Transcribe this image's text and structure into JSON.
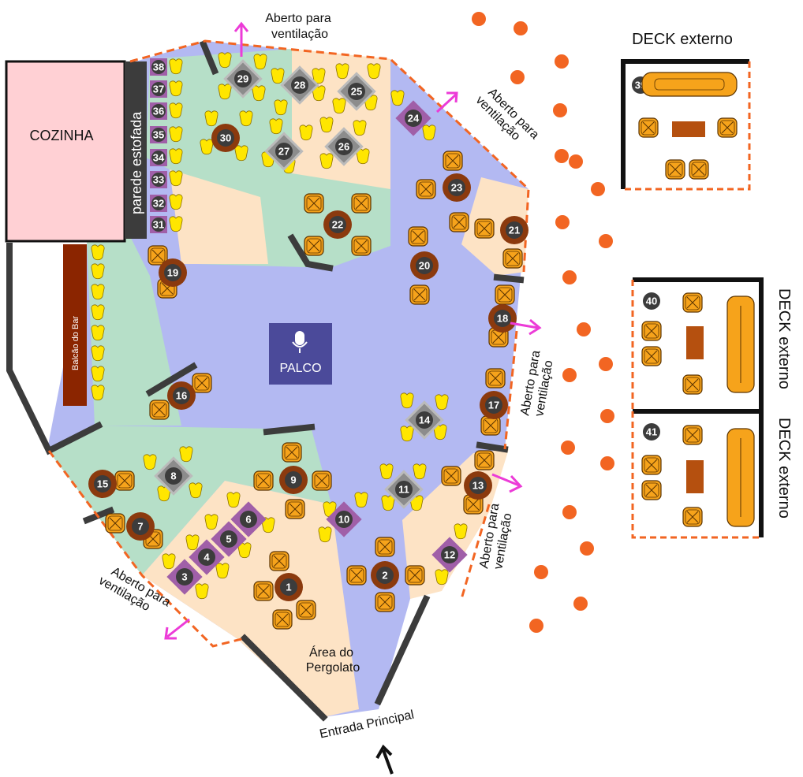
{
  "labels": {
    "cozinha": "COZINHA",
    "parede": "parede estofada",
    "balcao": "Balcão do Bar",
    "palco": "PALCO",
    "pergolato": [
      "Área do",
      "Pergolato"
    ],
    "entrada": "Entrada Principal",
    "deck_top": "DECK externo",
    "deck_right_1": "DECK externo",
    "deck_right_2": "DECK externo",
    "vent_lines": [
      "Aberto para",
      "ventilação"
    ]
  },
  "tables": [
    "1",
    "2",
    "3",
    "4",
    "5",
    "6",
    "7",
    "8",
    "9",
    "10",
    "11",
    "12",
    "13",
    "14",
    "15",
    "16",
    "17",
    "18",
    "19",
    "20",
    "21",
    "22",
    "23",
    "24",
    "25",
    "26",
    "27",
    "28",
    "29",
    "30",
    "31",
    "32",
    "33",
    "34",
    "35",
    "36",
    "37",
    "38",
    "39",
    "40",
    "41"
  ],
  "colors": {
    "palco_area": "#b3b9f2",
    "lounge_green": "#b6dfc8",
    "peach": "#fde3c5",
    "kitchen": "#ffd0d4",
    "bar": "#8b2500",
    "wall": "#3c3c3c",
    "dash": "#f26522",
    "dot": "#f26522",
    "palco": "#4b4a9a",
    "table_dark": "#3c3c3c",
    "table_ring": "#8b3a0e",
    "purple": "#a05fa8",
    "grey": "#8c8c8c",
    "chair_yellow": "#ffe600",
    "armchair": "#f6a31b",
    "arrow": "#ec3bd7"
  }
}
